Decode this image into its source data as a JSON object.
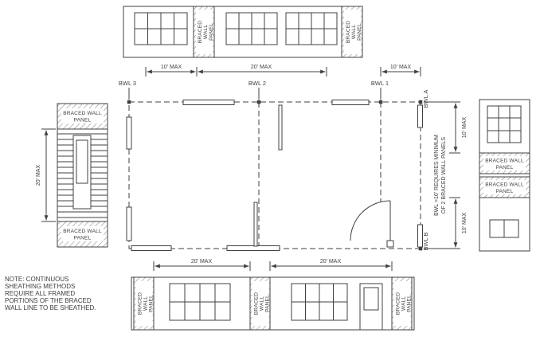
{
  "drawing": {
    "panel_label": {
      "word1": "BRACED",
      "word2": "WALL",
      "word3": "PANEL",
      "line_top": "BRACED WALL",
      "line_bottom": "PANEL"
    },
    "bwl_labels": {
      "bwl1": "BWL 1",
      "bwl2": "BWL 2",
      "bwl3": "BWL 3",
      "bwlA": "BWL A",
      "bwlB": "BWL B"
    },
    "dimensions": {
      "top": [
        "10' MAX",
        "20' MAX",
        "10' MAX"
      ],
      "bottom": [
        "20' MAX",
        "20' MAX"
      ],
      "left": "20' MAX",
      "right": [
        "10' MAX",
        "10' MAX"
      ]
    },
    "right_requirement": {
      "line1": "BWL >16' REQUIRES MINIMUM",
      "line2": "OF 2 BRACED WALL PANELS"
    },
    "note": {
      "line1": "NOTE: CONTINUOUS",
      "line2": "SHEATHING METHODS",
      "line3": "REQUIRE ALL FRAMED",
      "line4": "PORTIONS OF THE BRACED",
      "line5": "WALL LINE TO BE SHEATHED."
    },
    "colors": {
      "line": "#404040",
      "text": "#404040",
      "hatch": "#8f8f8f",
      "background": "#ffffff"
    }
  }
}
